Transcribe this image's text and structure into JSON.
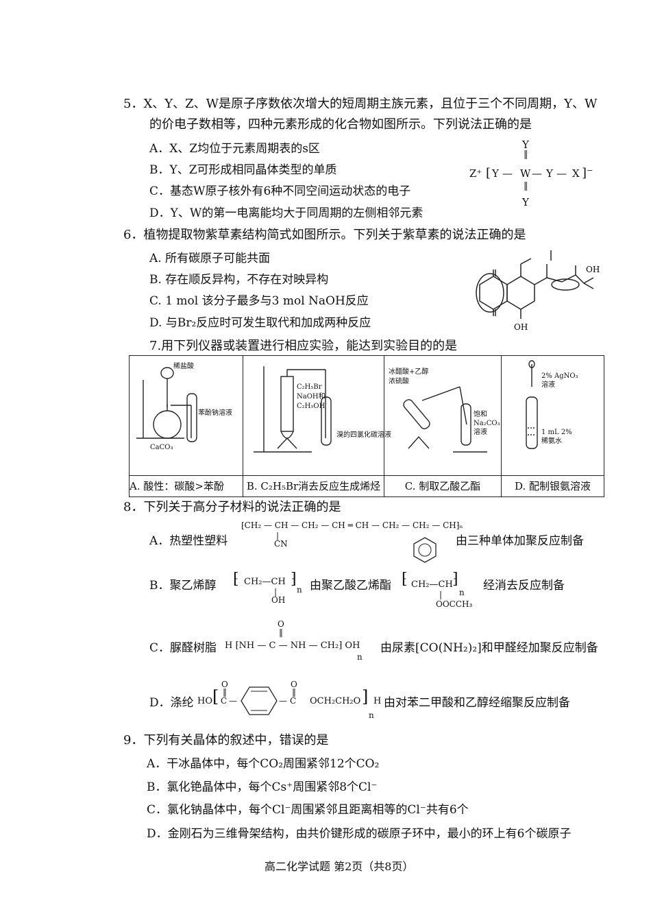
{
  "q5": {
    "stem1": "5．X、Y、Z、W是原子序数依次增大的短周期主族元素，且位于三个不同周期，Y、W",
    "stem2": "的价电子数相等，四种元素形成的化合物如图所示。下列说法正确的是",
    "options": [
      "A．X、Z均位于元素周期表的s区",
      "B．Y、Z可形成相同晶体类型的单质",
      "C．基态W原子核外有6种不同空间运动状态的电子",
      "D．Y、W的第一电离能均大于同周期的左侧相邻元素"
    ],
    "formula": {
      "cation": "Z⁺",
      "left_bracket": "[",
      "y_left": "Y",
      "w": "W",
      "y_right": "Y",
      "x": "X",
      "right_bracket": "]⁻",
      "y_top": "Y",
      "y_bottom": "Y"
    }
  },
  "q6": {
    "stem": "6．植物提取物紫草素结构简式如图所示。下列关于紫草素的说法正确的是",
    "options": [
      "A.  所有碳原子可能共面",
      "B.  存在顺反异构，不存在对映异构",
      "C.  1 mol  该分子最多与3 mol NaOH反应",
      "D.  与Br₂反应时可发生取代和加成两种反应"
    ],
    "labels": {
      "oh1": "OH",
      "oh2": "OH"
    }
  },
  "q7": {
    "stem": "7.用下列仪器或装置进行相应实验，能达到实验目的的是",
    "panels": [
      {
        "caption": "A. 酸性：碳酸>苯酚",
        "labels": [
          "稀盐酸",
          "苯酚钠溶液",
          "CaCO₃"
        ]
      },
      {
        "caption": "B. C₂H₅Br消去反应生成烯烃",
        "labels": [
          "C₂H₅Br",
          "NaOH和",
          "C₂H₅OH",
          "溴的四氯化碳溶液"
        ]
      },
      {
        "caption": "C. 制取乙酸乙酯",
        "labels": [
          "冰醋酸+乙醇",
          "浓硫酸",
          "饱和",
          "Na₂CO₃",
          "溶液"
        ]
      },
      {
        "caption": "D. 配制银氨溶液",
        "labels": [
          "2% AgNO₃",
          "溶液",
          "1 mL 2%",
          "稀氨水"
        ]
      }
    ]
  },
  "q8": {
    "stem": "8．下列关于高分子材料的说法正确的是",
    "A": {
      "label": "A．热塑性塑料",
      "formula": "⁅CH₂ — CH — CH₂ — CH ═ CH — CH₂ — CH₂ — CH⁆ₙ",
      "sub": "CN",
      "desc": "由三种单体加聚反应制备"
    },
    "B": {
      "label": "B．聚乙烯醇",
      "formula1": "CH₂—CH",
      "sub1": "OH",
      "mid": "由聚乙酸乙烯酯",
      "formula2": "CH₂—CH",
      "sub2": "OOCCH₃",
      "desc": "经消去反应制备",
      "n": "n"
    },
    "C": {
      "label": "C．脲醛树脂",
      "formula": "H ⁅NH — C — NH — CH₂⁆ OH",
      "o": "O",
      "desc": "由尿素[CO(NH₂)₂]和甲醛经加聚反应制备",
      "n": "n"
    },
    "D": {
      "label": "D．涤纶",
      "ho": "HO",
      "c1": "C",
      "c2": "C",
      "o1": "O",
      "o2": "O",
      "tail": "OCH₂CH₂O",
      "h": "H",
      "desc": "由对苯二甲酸和乙醇经缩聚反应制备",
      "n": "n"
    }
  },
  "q9": {
    "stem": "9．下列有关晶体的叙述中，错误的是",
    "options": [
      "A．干冰晶体中，每个CO₂周围紧邻12个CO₂",
      "B．氯化铯晶体中，每个Cs⁺周围紧邻8个Cl⁻",
      "C．氯化钠晶体中，每个Cl⁻周围紧邻且距离相等的Cl⁻共有6个",
      "D．金刚石为三维骨架结构，由共价键形成的碳原子环中，最小的环上有6个碳原子"
    ]
  },
  "footer": "高二化学试题   第2页（共8页）"
}
